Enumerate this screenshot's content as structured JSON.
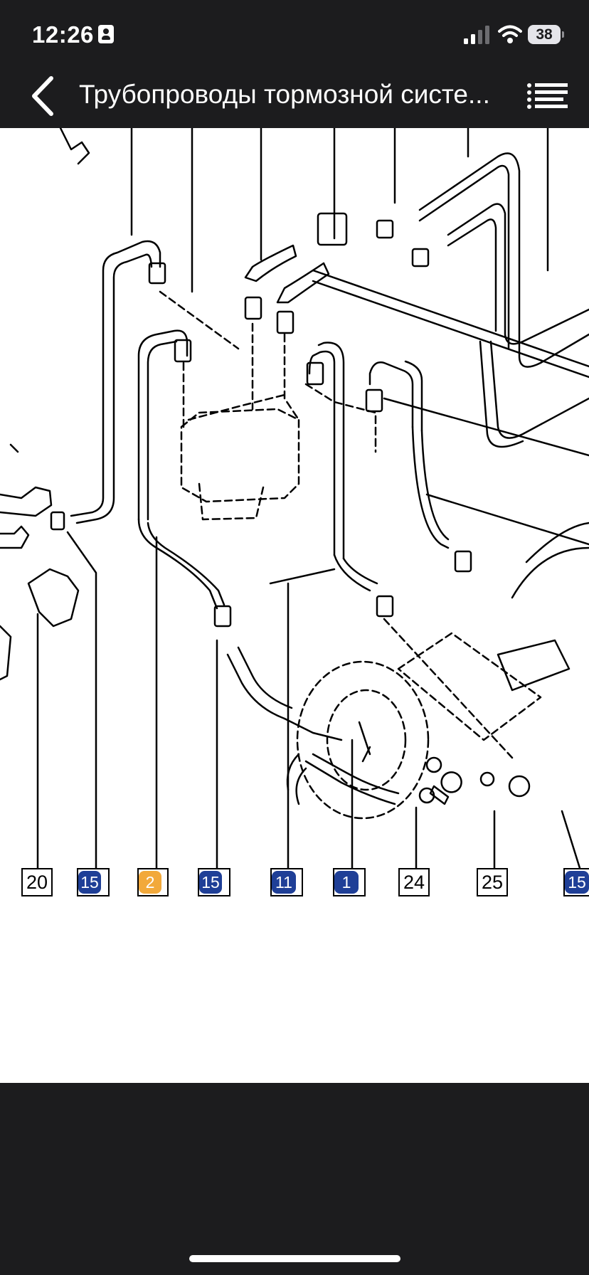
{
  "status_bar": {
    "time": "12:26",
    "battery": "38"
  },
  "nav": {
    "title": "Трубопроводы тормозной систе..."
  },
  "colors": {
    "background": "#1c1c1e",
    "diagram_background": "#ffffff",
    "badge_blue": "#1f3f97",
    "badge_orange": "#f2a93b"
  },
  "callouts": [
    {
      "label": "20",
      "style": "plain"
    },
    {
      "label": "15",
      "style": "blue"
    },
    {
      "label": "2",
      "style": "orange"
    },
    {
      "label": "15",
      "style": "blue"
    },
    {
      "label": "11",
      "style": "blue"
    },
    {
      "label": "1",
      "style": "blue"
    },
    {
      "label": "24",
      "style": "plain"
    },
    {
      "label": "25",
      "style": "plain"
    },
    {
      "label": "15",
      "style": "blue"
    }
  ],
  "icons": {
    "back": "chevron-left-icon",
    "menu": "list-icon",
    "signal": "cellular-signal-icon",
    "wifi": "wifi-icon"
  }
}
